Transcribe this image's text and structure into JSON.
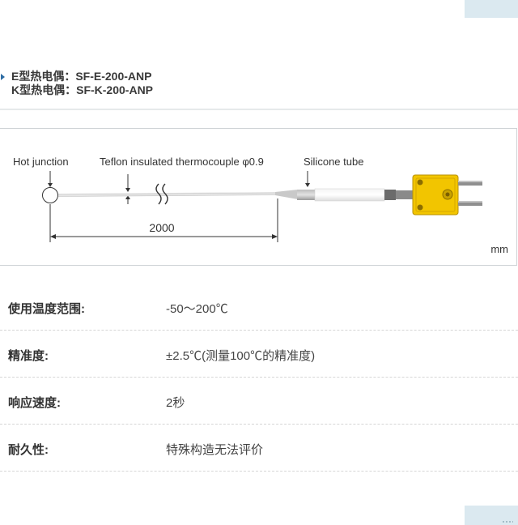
{
  "models": [
    {
      "text": "E型热电偶：SF-E-200-ANP"
    },
    {
      "text": "K型热电偶：SF-K-200-ANP"
    }
  ],
  "diagram": {
    "hot_junction_label": "Hot junction",
    "wire_label": "Teflon insulated thermocouple φ0.9",
    "silicone_label": "Silicone tube",
    "length_label": "2000",
    "unit_label": "mm",
    "connector_color": "#f2c500"
  },
  "specs": [
    {
      "label": "使用温度范围:",
      "value": "-50～200℃"
    },
    {
      "label": "精准度:",
      "value": "±2.5℃(测量100℃的精准度)"
    },
    {
      "label": "响应速度:",
      "value": "2秒"
    },
    {
      "label": "耐久性:",
      "value": "特殊构造无法评价"
    }
  ]
}
